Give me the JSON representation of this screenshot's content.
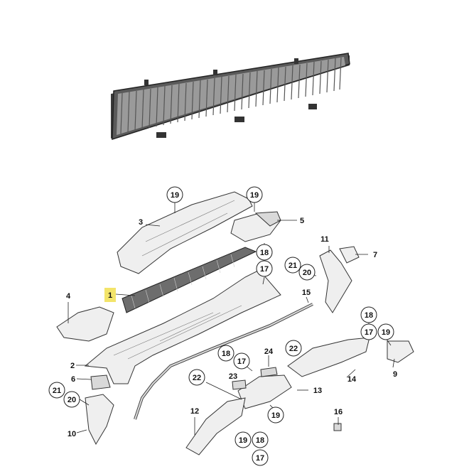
{
  "callouts": {
    "c19_a": "19",
    "c19_b": "19",
    "c3": "3",
    "c5": "5",
    "c18_a": "18",
    "c11": "11",
    "c7": "7",
    "c21_a": "21",
    "c20_a": "20",
    "c17_a": "17",
    "c4": "4",
    "c1": "1",
    "c15": "15",
    "c18_b": "18",
    "c17_b": "17",
    "c19_c": "19",
    "c2": "2",
    "c24": "24",
    "c22_a": "22",
    "c18_c": "18",
    "c17_c": "17",
    "c9": "9",
    "c14": "14",
    "c6": "6",
    "c23": "23",
    "c13": "13",
    "c21_b": "21",
    "c20_b": "20",
    "c22_b": "22",
    "c19_d": "19",
    "c12": "12",
    "c16": "16",
    "c10": "10",
    "c19_e": "19",
    "c18_d": "18",
    "c17_d": "17"
  },
  "colors": {
    "highlight": "#f3e46a",
    "line": "#222222",
    "part_fill": "#efefef",
    "filter_dark": "#4a4a4a"
  }
}
